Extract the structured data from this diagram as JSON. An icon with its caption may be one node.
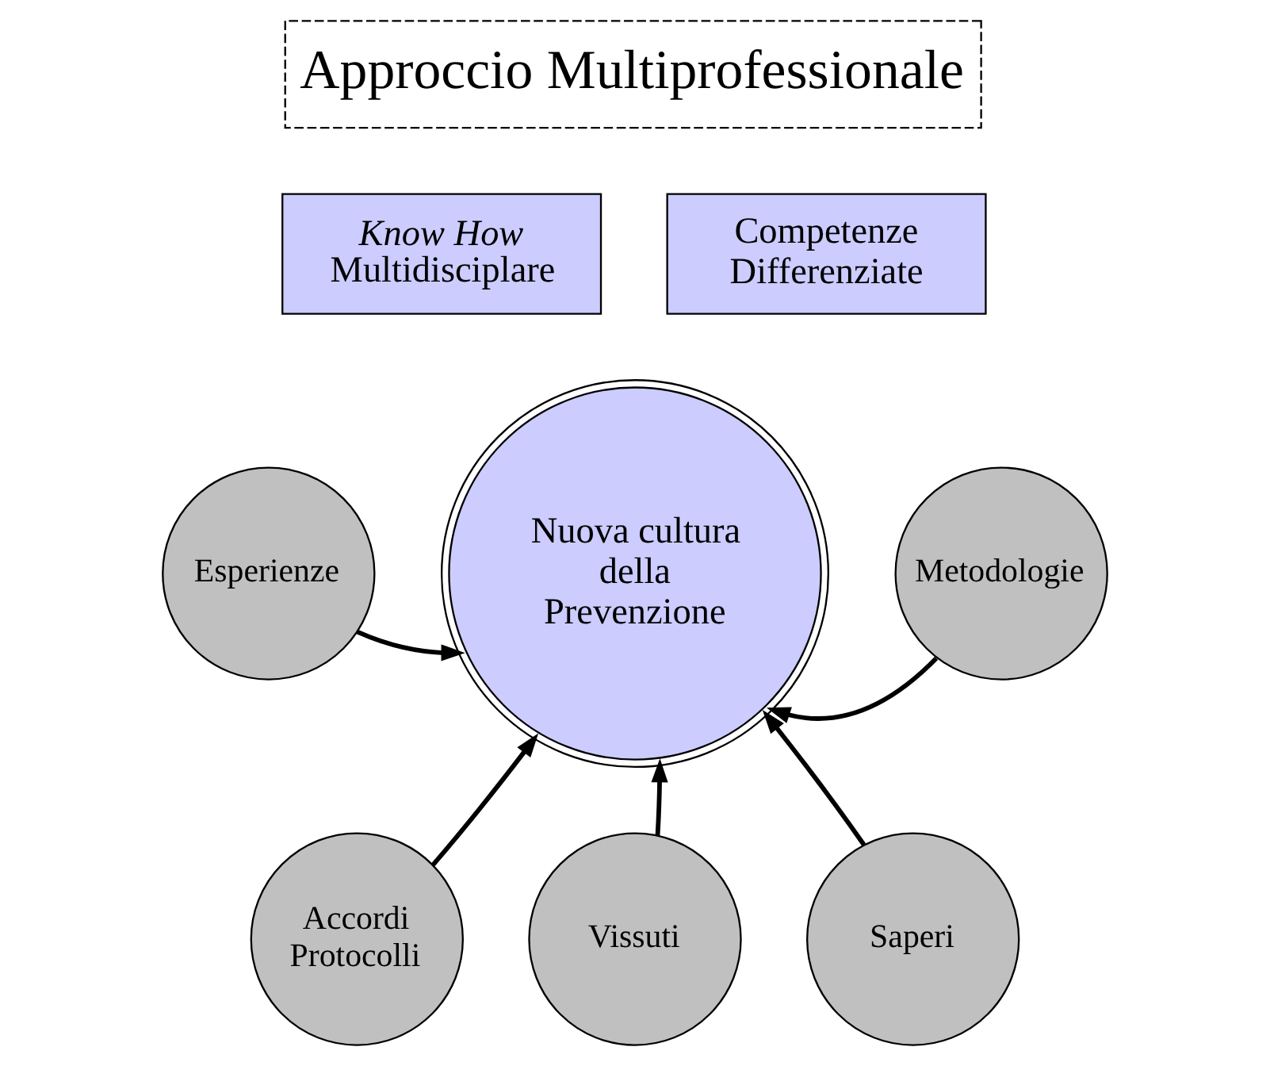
{
  "diagram": {
    "nodes": [
      {
        "text": [
          "Approccio Multiprofessionale"
        ]
      },
      {
        "text": [
          "*Know How* Multidisciplare"
        ]
      },
      {
        "text": [
          "Competenze Differenziate"
        ]
      },
      {
        "text": [
          "Nuova cultura della Prevenzione"
        ]
      },
      {
        "text": [
          "Esperienze"
        ]
      },
      {
        "text": [
          "Metodologie"
        ]
      },
      {
        "text": [
          "Accordi Protocolli"
        ]
      },
      {
        "text": [
          "Vissuti"
        ]
      },
      {
        "text": [
          "Saperi"
        ]
      }
    ],
    "edges": [
      {
        "from": 4,
        "to": 3,
        "arrow": "to"
      },
      {
        "from": 5,
        "to": 3,
        "arrow": "to"
      },
      {
        "from": 6,
        "to": 3,
        "arrow": "to"
      },
      {
        "from": 7,
        "to": 3,
        "arrow": "to"
      },
      {
        "from": 8,
        "to": 3,
        "arrow": "to"
      }
    ]
  }
}
